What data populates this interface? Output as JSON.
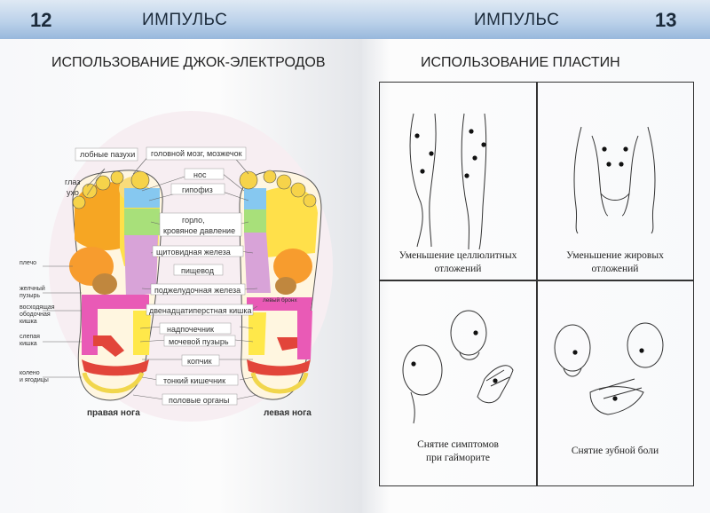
{
  "left_page": {
    "number": "12",
    "brand": "ИМПУЛЬС",
    "title": "ИСПОЛЬЗОВАНИЕ ДЖОК-ЭЛЕКТРОДОВ",
    "right_labels": [
      "лобные пазухи",
      "головной мозг, мозжечок",
      "нос",
      "гипофиз",
      "горло,",
      "кровяное давление",
      "щитовидная железа",
      "пищевод",
      "поджелудочная железа",
      "двенадцатиперстная кишка",
      "левый бронх",
      "надпочечник",
      "мочевой пузырь",
      "копчик",
      "тонкий кишечник",
      "половые органы"
    ],
    "left_labels": [
      "глаз",
      "ухо",
      "плечо",
      "желчный",
      "пузырь",
      "восходящая",
      "ободочная",
      "кишка",
      "слепая",
      "кишка",
      "колено",
      "и ягодицы"
    ],
    "foot_labels": {
      "right_foot": "правая нога",
      "left_foot": "левая нога"
    }
  },
  "right_page": {
    "number": "13",
    "brand": "ИМПУЛЬС",
    "title": "ИСПОЛЬЗОВАНИЕ ПЛАСТИН",
    "panels": [
      {
        "caption_lines": [
          "Уменьшение целлюлитных",
          "отложений"
        ]
      },
      {
        "caption_lines": [
          "Уменьшение жировых",
          "отложений"
        ]
      },
      {
        "caption_lines": [
          "Снятие симптомов",
          "при гайморите"
        ]
      },
      {
        "caption_lines": [
          "Снятие зубной боли"
        ]
      }
    ]
  },
  "colors": {
    "header_blue": "#b3cbe6",
    "outline": "#333333",
    "dot": "#111111"
  }
}
